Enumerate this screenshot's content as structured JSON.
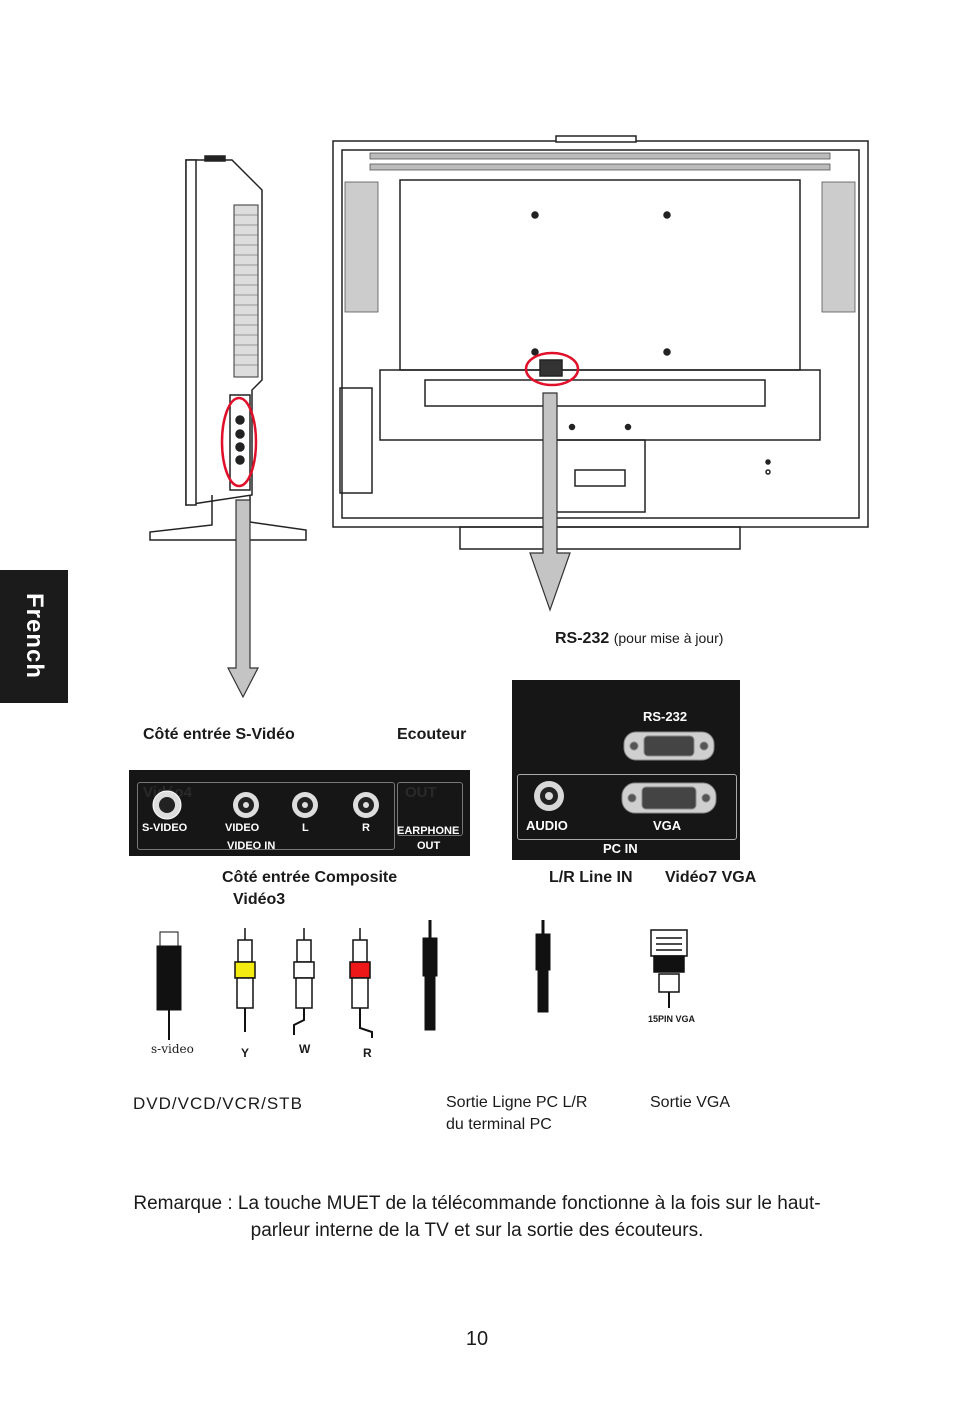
{
  "sidebar": {
    "language_tab": "French"
  },
  "callouts": {
    "rs232": "RS-232",
    "rs232_note": "(pour mise à jour)",
    "svideo_side": "Côté entrée S-Vidéo",
    "earphone": "Ecouteur",
    "composite_side": "Côté entrée Composite",
    "composite_video": "Vidéo3",
    "lr_line_in": "L/R Line IN",
    "vga_input": "Vidéo7 VGA"
  },
  "side_panel": {
    "video4": "Vidéo4",
    "out": "OUT",
    "svideo": "S-VIDEO",
    "video": "VIDEO",
    "l": "L",
    "r": "R",
    "video_in": "VIDEO IN",
    "earphone": "EARPHONE",
    "earphone_out": "OUT"
  },
  "pc_panel": {
    "rs232": "RS-232",
    "audio": "AUDIO",
    "vga": "VGA",
    "pc_in": "PC  IN"
  },
  "cables": {
    "svideo": "s-video",
    "y": "Y",
    "w": "W",
    "r": "R",
    "vga15": "15PIN VGA"
  },
  "sources": {
    "dvd": "DVD/VCD/VCR/STB",
    "pc_audio_line1": "Sortie Ligne PC L/R",
    "pc_audio_line2": "du terminal PC",
    "vga_out": "Sortie VGA"
  },
  "note": {
    "line1": "Remarque : La touche MUET de la télécommande fonctionne à la fois sur le haut-",
    "line2": "parleur interne de la TV et sur la sortie des écouteurs."
  },
  "page_number": "10"
}
